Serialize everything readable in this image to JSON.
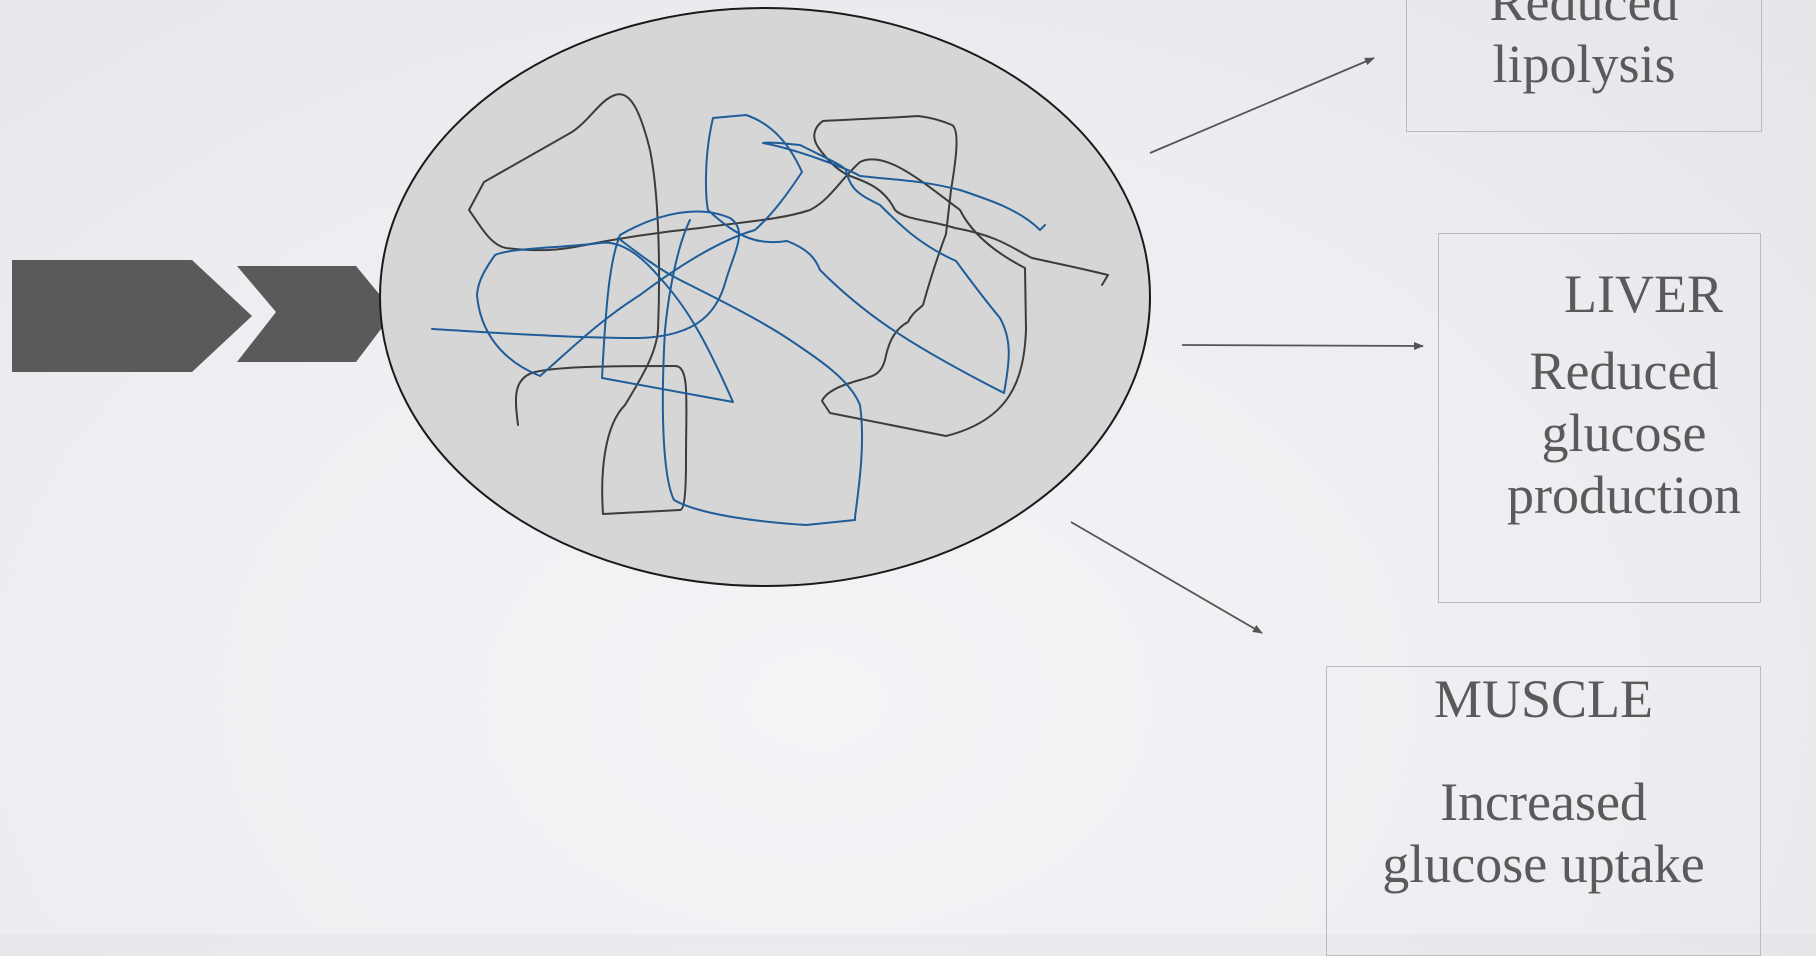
{
  "diagram": {
    "boxes": {
      "top": {
        "body_lines": [
          "Reduced",
          "lipolysis"
        ]
      },
      "liver": {
        "title": "LIVER",
        "body_lines": [
          "Reduced",
          "glucose",
          "production"
        ]
      },
      "muscle": {
        "title": "MUSCLE",
        "body_lines": [
          "Increased",
          "glucose uptake"
        ]
      }
    },
    "colors": {
      "chevron": "#5a5a5a",
      "ellipse_fill": "#d6d6d6",
      "ellipse_stroke": "#1a1a1a",
      "chain_dark": "#3c3c3c",
      "chain_blue": "#1f5d99",
      "arrow": "#555555",
      "text": "#5a5a5a"
    }
  }
}
